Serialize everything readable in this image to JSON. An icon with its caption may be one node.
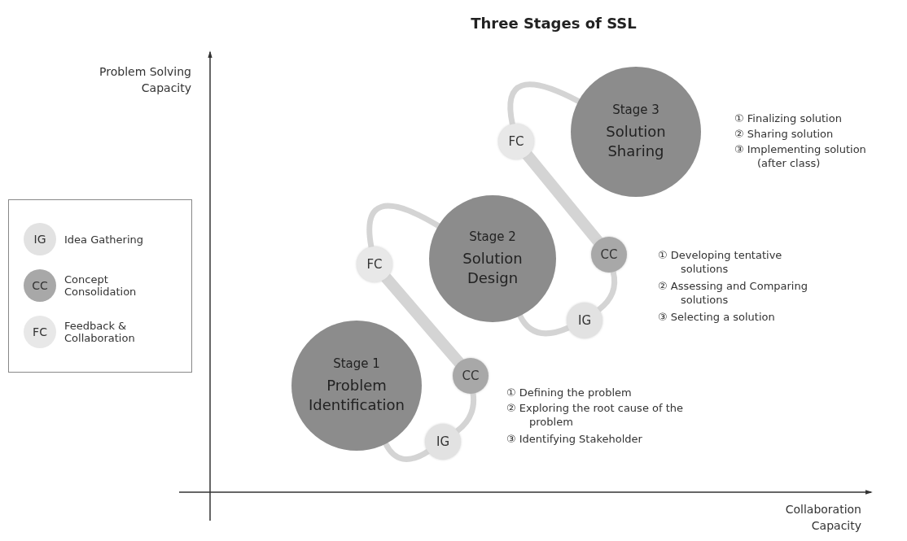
{
  "diagram": {
    "title": "Three Stages of SSL",
    "nodes": [
      {
        "text": [
          "Stage 3",
          "Solution Sharing"
        ]
      },
      {
        "text": [
          "FC"
        ]
      },
      {
        "text": [
          "Stage 2",
          "Solution Design"
        ]
      },
      {
        "text": [
          "FC"
        ]
      },
      {
        "text": [
          "CC"
        ]
      },
      {
        "text": [
          "IG"
        ]
      },
      {
        "text": [
          "Stage 1",
          "Problem Identification"
        ]
      },
      {
        "text": [
          "CC"
        ]
      },
      {
        "text": [
          "IG"
        ]
      }
    ],
    "edges": [
      {
        "from": 6,
        "to": 8,
        "arrow": "none"
      },
      {
        "from": 8,
        "to": 7,
        "arrow": "none"
      },
      {
        "from": 7,
        "to": 3,
        "arrow": "none",
        "style": "thick"
      },
      {
        "from": 3,
        "to": 2,
        "arrow": "none"
      },
      {
        "from": 2,
        "to": 5,
        "arrow": "none"
      },
      {
        "from": 5,
        "to": 4,
        "arrow": "none"
      },
      {
        "from": 4,
        "to": 1,
        "arrow": "none",
        "style": "thick"
      },
      {
        "from": 1,
        "to": 0,
        "arrow": "none"
      }
    ],
    "labels": [
      "Problem Solving Capacity",
      "① Finalizing solution",
      "② Sharing solution",
      "③ Implementing solution (after class)",
      "IG",
      "CC",
      "FC",
      "① Developing tentative solutions",
      "② Assessing and Comparing solutions",
      "③ Selecting a solution",
      "① Defining the problem",
      "② Exploring the root cause of the problem",
      "③ Identifying Stakeholder",
      "Collaboration Capacity"
    ],
    "legend": [
      {
        "text": "Idea Gathering",
        "color": "#e2e2e2"
      },
      {
        "text": "Concept Consolidation",
        "color": "#a8a8a8"
      },
      {
        "text": "Feedback & Collaboration",
        "color": "#e8e8e8"
      }
    ]
  }
}
